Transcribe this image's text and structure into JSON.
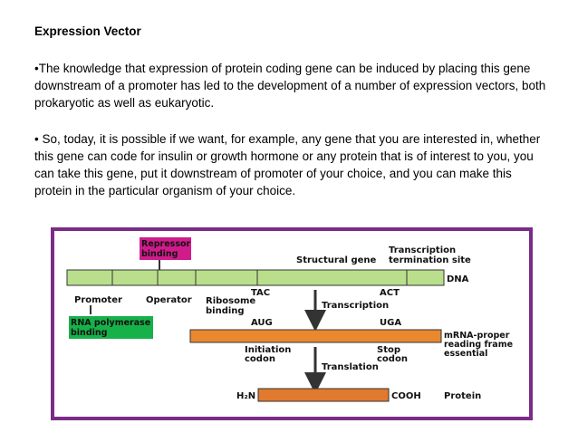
{
  "slide": {
    "title": "Expression Vector",
    "paragraphs": [
      "•The knowledge that expression of protein coding gene can be induced by placing this gene downstream of a promoter has led to the development of a number of expression vectors, both prokaryotic as well as eukaryotic.",
      "• So, today, it is possible if we want, for example, any gene that you are interested in, whether this gene can code for insulin or growth hormone or any protein that is of interest to you, you can take this gene, put it downstream of promoter of your choice, and you can make this protein in the particular organism of your choice."
    ]
  },
  "diagram": {
    "colors": {
      "frame": "#7a2c86",
      "dna": "#b9df8c",
      "mrna": "#e9882f",
      "protein": "#e07a2e",
      "repressor": "#d01c8b",
      "rna_pol": "#17b14a"
    },
    "labels": {
      "repressor_binding": [
        "Repressor",
        "binding"
      ],
      "structural_gene": "Structural gene",
      "transcription_termination": [
        "Transcription",
        "termination site"
      ],
      "dna": "DNA",
      "promoter": "Promoter",
      "operator": "Operator",
      "tac": "TAC",
      "ribosome_binding": [
        "Ribosome",
        "binding"
      ],
      "transcription": "Transcription",
      "act": "ACT",
      "rna_polymerase": [
        "RNA polymerase",
        "binding"
      ],
      "aug": "AUG",
      "uga": "UGA",
      "mrna_note": [
        "mRNA-proper",
        "reading frame",
        "essential"
      ],
      "initiation_codon": [
        "Initiation",
        "codon"
      ],
      "stop_codon": [
        "Stop",
        "codon"
      ],
      "translation": "Translation",
      "h2n": "H₂N",
      "cooh": "COOH",
      "protein": "Protein"
    }
  }
}
